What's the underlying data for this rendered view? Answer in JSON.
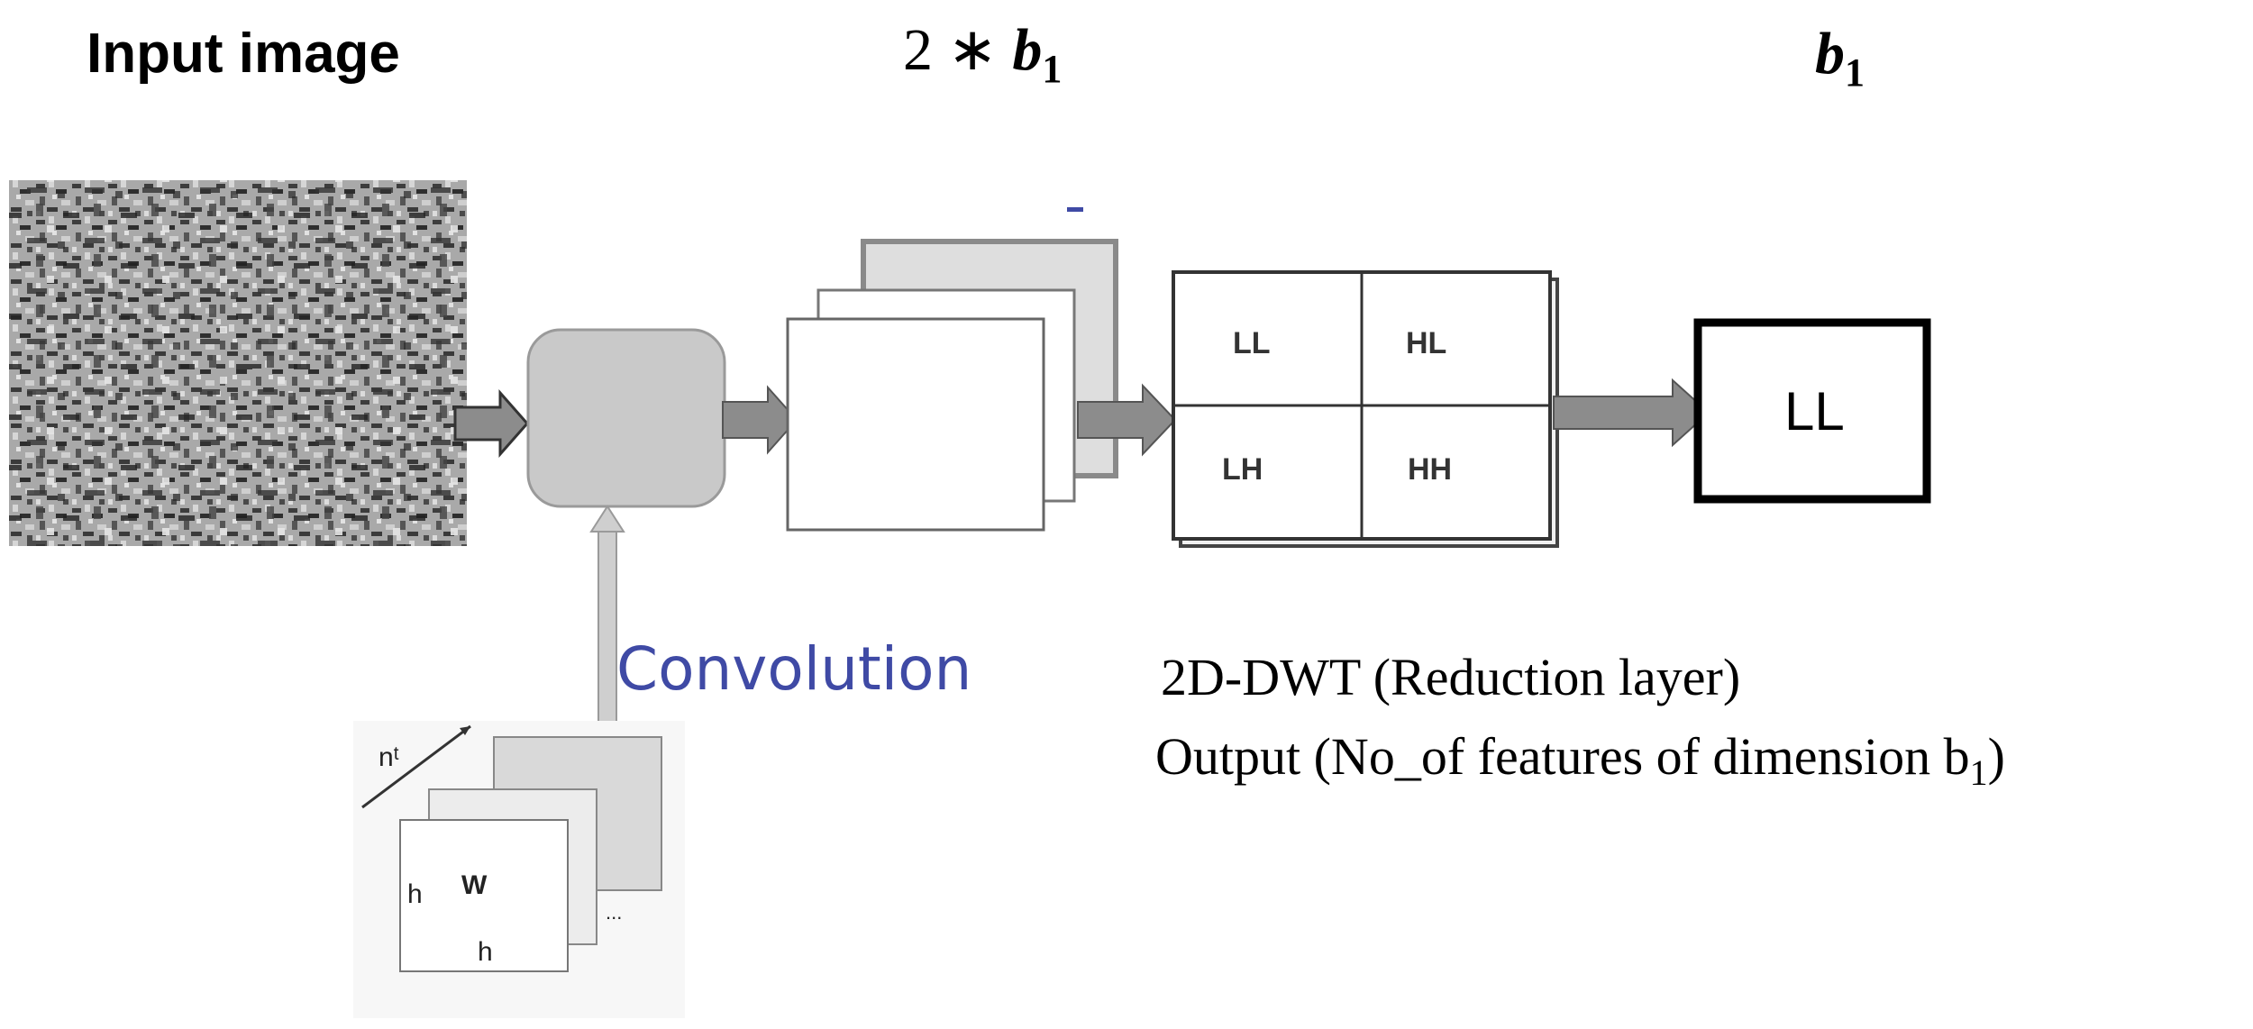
{
  "headings": {
    "input_image": "Input image",
    "mid_prefix": "2 ∗ ",
    "mid_var": "b",
    "mid_sub": "1",
    "right_var": "b",
    "right_sub": "1"
  },
  "labels": {
    "convolution": "Convolution",
    "dwt": "2D-DWT (Reduction layer)",
    "output_prefix": "Output (No_of features of dimension b",
    "output_sub": "1",
    "output_suffix": ")"
  },
  "dwt_grid": {
    "ll": "LL",
    "hl": "HL",
    "lh": "LH",
    "hh": "HH"
  },
  "output_box": "LL",
  "kernel": {
    "depth": "nᵗ",
    "height_left": "h",
    "width": "W",
    "height_bottom": "h",
    "dots": "..."
  },
  "colors": {
    "convolution_text": "#3f4aa5",
    "arrow_fill": "#8c8c8c",
    "conv_node": "#c9c9c9"
  }
}
